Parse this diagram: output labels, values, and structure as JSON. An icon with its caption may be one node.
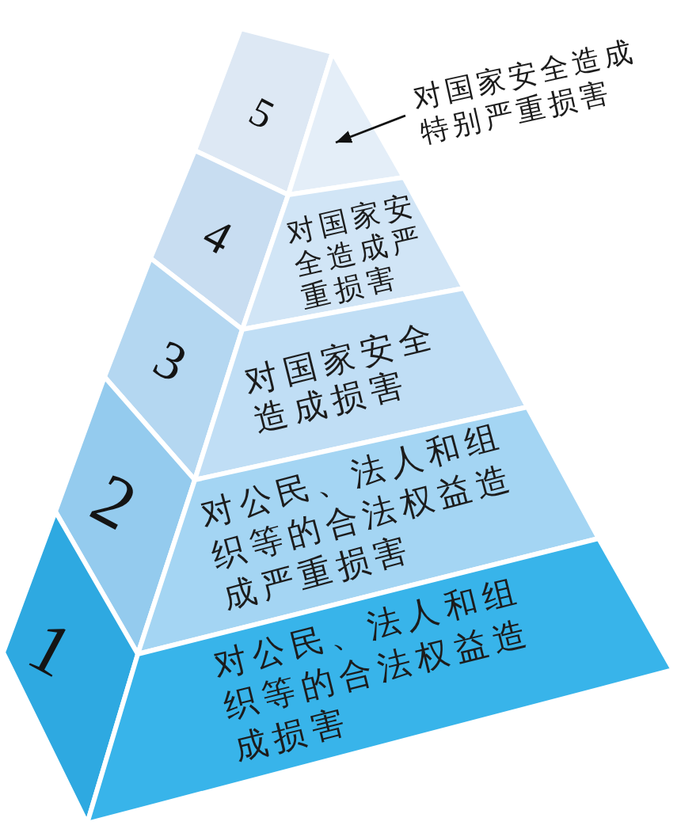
{
  "diagram": {
    "nodes": [
      {
        "text": [
          "5"
        ]
      },
      {
        "text": [
          "对国家安全造成特别严重损害"
        ]
      },
      {
        "text": [
          "4",
          "对国家安全造成严重损害"
        ]
      },
      {
        "text": [
          "3",
          "对国家安全造成损害"
        ]
      },
      {
        "text": [
          "2",
          "对公民、法人和组织等的合法权益造成严重损害"
        ]
      },
      {
        "text": [
          "1",
          "对公民、法人和组织等的合法权益造成损害"
        ]
      }
    ],
    "edges": [
      {
        "from": 1,
        "to": 0,
        "arrow": "to"
      }
    ]
  }
}
